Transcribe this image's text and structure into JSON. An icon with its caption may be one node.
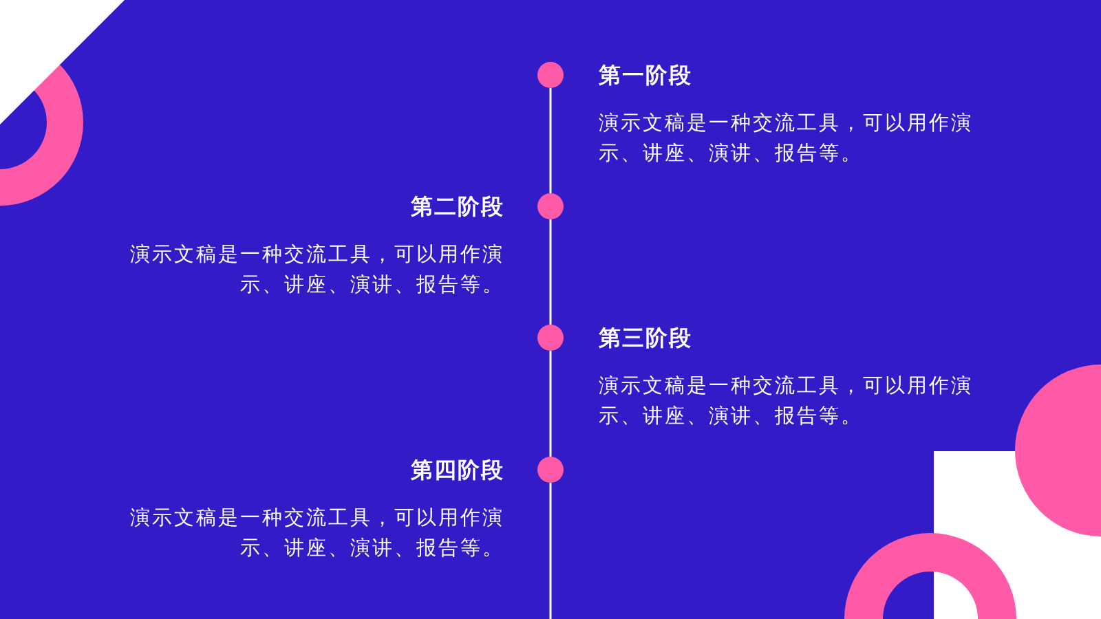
{
  "diagram": {
    "nodes": [
      {
        "text": [],
        "shape": "circle",
        "beside": [
          "第一阶段",
          "演示文稿是一种交流工具，可以用作演示、讲座、演讲、报告等。"
        ]
      },
      {
        "text": [],
        "shape": "circle",
        "beside": [
          "第二阶段",
          "演示文稿是一种交流工具，可以用作演示、讲座、演讲、报告等。"
        ]
      },
      {
        "text": [],
        "shape": "circle",
        "beside": [
          "第三阶段",
          "演示文稿是一种交流工具，可以用作演示、讲座、演讲、报告等。"
        ]
      },
      {
        "text": [],
        "shape": "circle",
        "beside": [
          "第四阶段",
          "演示文稿是一种交流工具，可以用作演示、讲座、演讲、报告等。"
        ]
      }
    ],
    "edges": [
      {
        "from": 0,
        "to": 1,
        "arrow": "none"
      },
      {
        "from": 1,
        "to": 2,
        "arrow": "none"
      },
      {
        "from": 2,
        "to": 3,
        "arrow": "none"
      },
      {
        "from": 3,
        "to": null,
        "arrow": "none"
      }
    ]
  }
}
